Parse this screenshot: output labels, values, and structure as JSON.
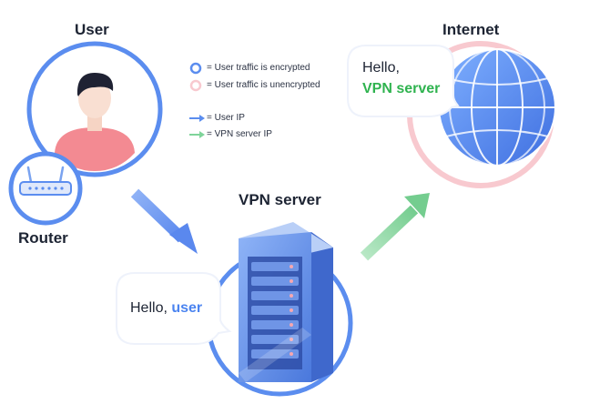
{
  "labels": {
    "user": "User",
    "internet": "Internet",
    "vpn_server": "VPN server",
    "router": "Router"
  },
  "legend": {
    "encrypted": "= User traffic is encrypted",
    "unencrypted": "= User traffic is unencrypted",
    "user_ip": "= User IP",
    "vpn_ip": "= VPN server IP"
  },
  "bubbles": {
    "internet_line1": "Hello,",
    "internet_line2": "VPN server",
    "server_greeting": "Hello,",
    "server_name": "user"
  },
  "colors": {
    "blue": "#5b8def",
    "green": "#7fd49a",
    "pink_ring": "#f8c9cf",
    "text": "#1d2433",
    "accent_blue": "#4b84f0",
    "accent_green": "#2fb34f"
  }
}
